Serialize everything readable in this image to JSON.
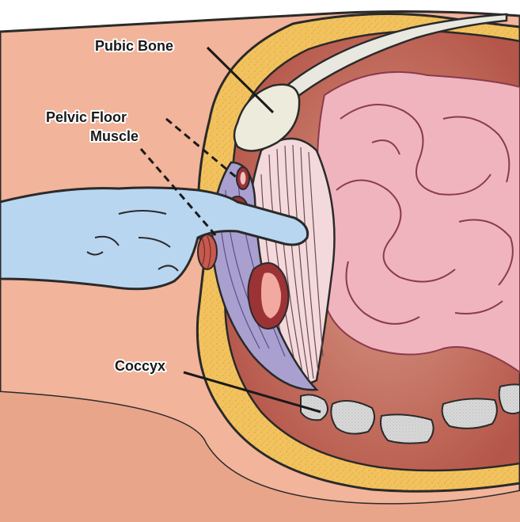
{
  "labels": {
    "pubic_bone": "Pubic Bone",
    "pelvic_floor_line1": "Pelvic Floor",
    "pelvic_floor_line2": "Muscle",
    "coccyx": "Coccyx"
  }
}
